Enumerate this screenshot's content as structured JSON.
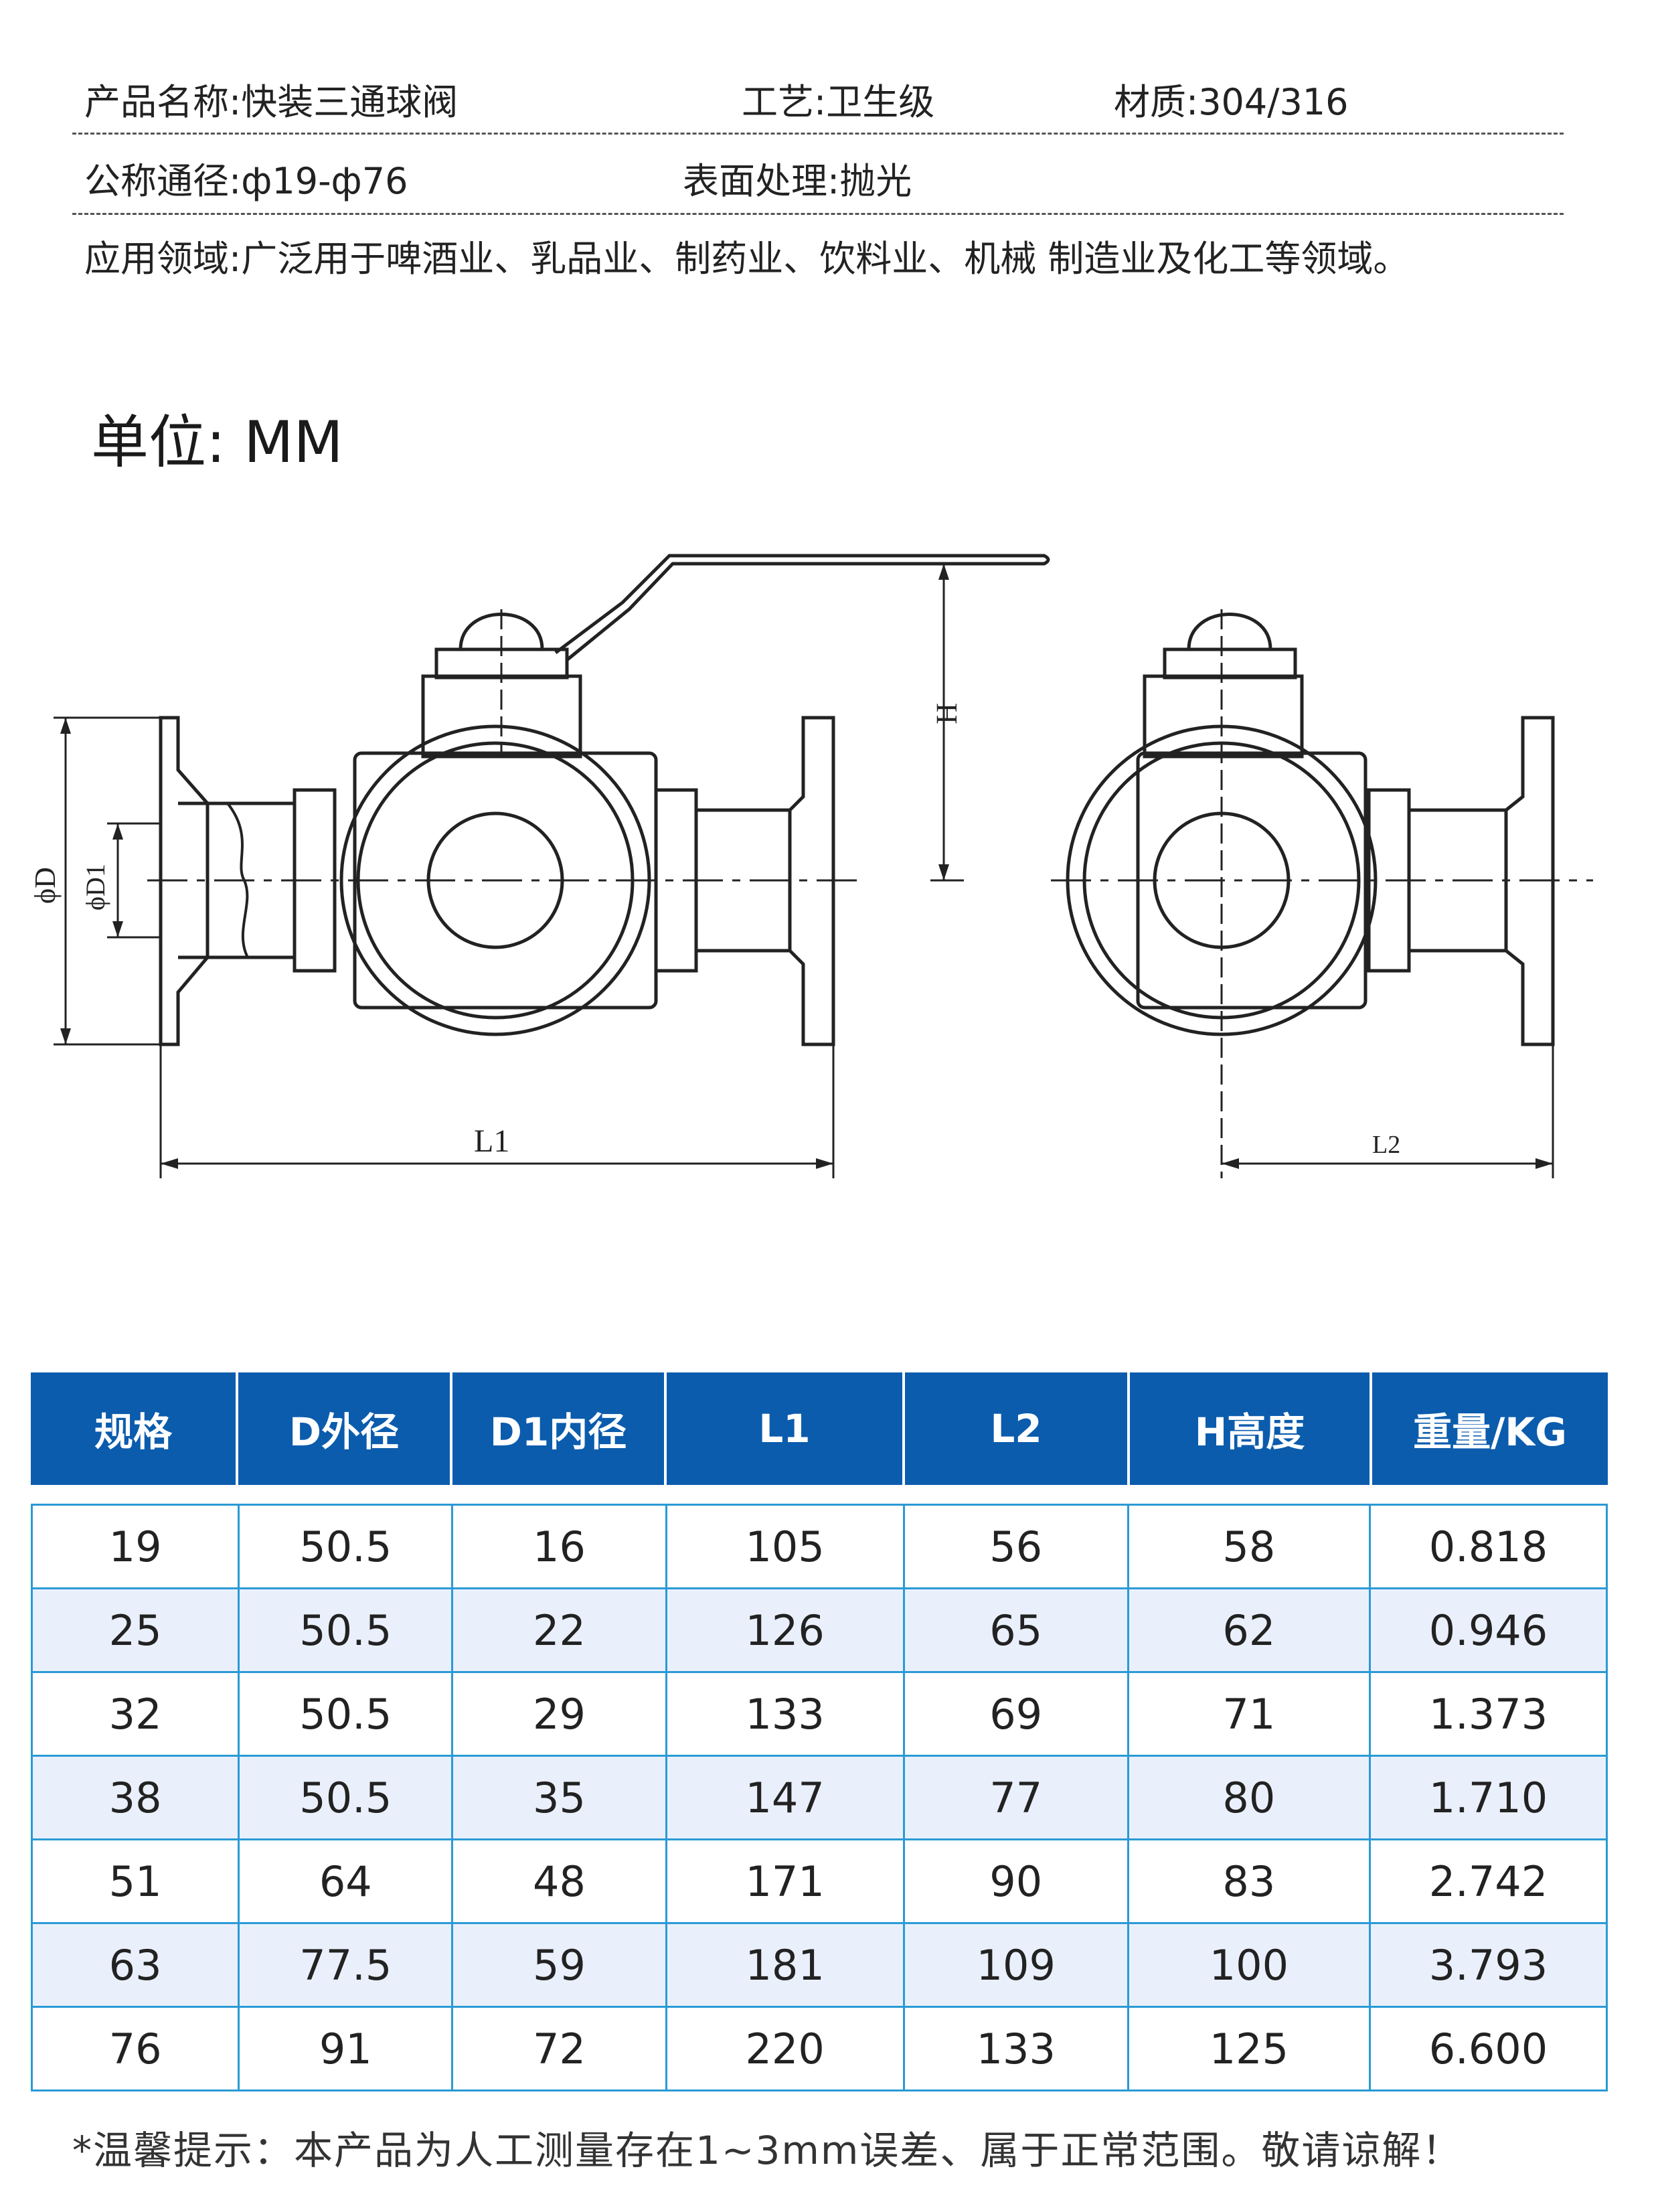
{
  "specs": {
    "name": "产品名称:快装三通球阀",
    "process": "工艺:卫生级",
    "material": "材质:304/316",
    "diameter": "公称通径:ф19-ф76",
    "surface": "表面处理:抛光",
    "application": "应用领域:广泛用于啤酒业、乳品业、制药业、饮料业、机械 制造业及化工等领域。"
  },
  "unit": "单位: MM",
  "drawing": {
    "label_d": "ϕD",
    "label_d1": "ϕD1",
    "label_l1": "L1",
    "label_l2": "L2",
    "label_h": "H"
  },
  "table": {
    "headers": [
      "规格",
      "D外径",
      "D1内径",
      "L1",
      "L2",
      "H高度",
      "重量/KG"
    ],
    "rows": [
      [
        "19",
        "50.5",
        "16",
        "105",
        "56",
        "58",
        "0.818"
      ],
      [
        "25",
        "50.5",
        "22",
        "126",
        "65",
        "62",
        "0.946"
      ],
      [
        "32",
        "50.5",
        "29",
        "133",
        "69",
        "71",
        "1.373"
      ],
      [
        "38",
        "50.5",
        "35",
        "147",
        "77",
        "80",
        "1.710"
      ],
      [
        "51",
        "64",
        "48",
        "171",
        "90",
        "83",
        "2.742"
      ],
      [
        "63",
        "77.5",
        "59",
        "181",
        "109",
        "100",
        "3.793"
      ],
      [
        "76",
        "91",
        "72",
        "220",
        "133",
        "125",
        "6.600"
      ]
    ]
  },
  "note": "*温馨提示：本产品为人工测量存在1~3mm误差、属于正常范围。敬请谅解！",
  "colors": {
    "header_bg": "#0b5cad",
    "grid": "#2a9ad6",
    "alt_row": "#eaf0fb"
  }
}
